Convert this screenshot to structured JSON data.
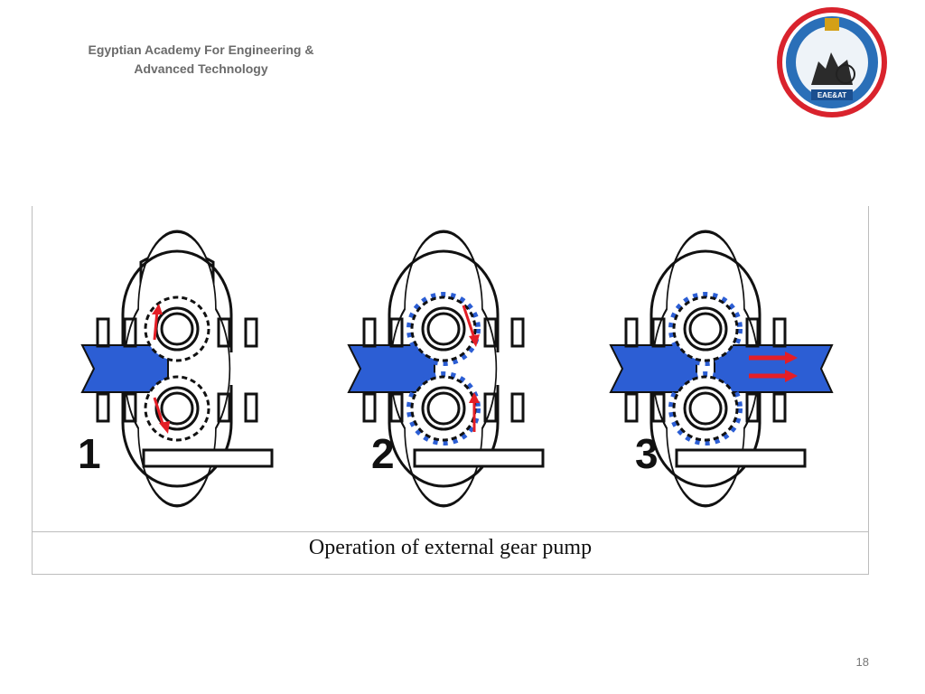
{
  "header": {
    "line1": "Egyptian Academy For Engineering &",
    "line2": "Advanced Technology"
  },
  "logo": {
    "icon": "academy-seal-icon",
    "text": "EAE&AT",
    "ring_color": "#d9232d",
    "inner_color": "#1b4f8f"
  },
  "figure": {
    "stages": [
      {
        "number": "1",
        "fluid": "inlet-only"
      },
      {
        "number": "2",
        "fluid": "inlet-and-teeth"
      },
      {
        "number": "3",
        "fluid": "inlet-teeth-outlet"
      }
    ],
    "caption": "Operation of external gear pump",
    "colors": {
      "fluid": "#2c5ed4",
      "arrow": "#e41e26",
      "outline": "#111111"
    }
  },
  "footer": {
    "page_number": "18"
  }
}
